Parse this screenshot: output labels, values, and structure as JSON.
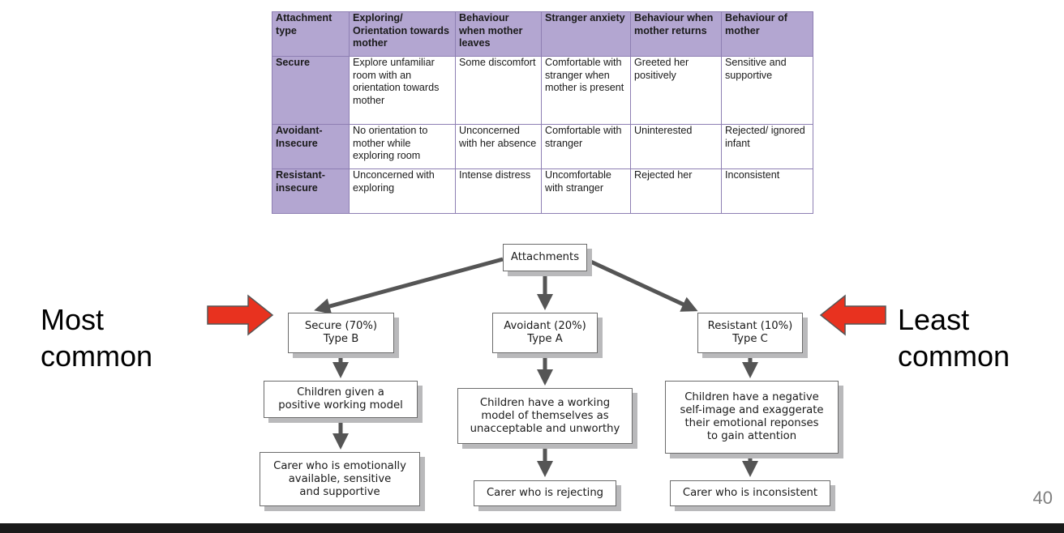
{
  "table": {
    "headers": [
      "Attachment type",
      "Exploring/ Orientation towards mother",
      "Behaviour when mother leaves",
      "Stranger anxiety",
      "Behaviour when mother returns",
      "Behaviour of mother"
    ],
    "rows": [
      [
        "Secure",
        "Explore unfamiliar room with an orientation towards mother",
        "Some discomfort",
        "Comfortable with stranger when mother is present",
        "Greeted her positively",
        "Sensitive and supportive"
      ],
      [
        "Avoidant-Insecure",
        "No orientation to mother while exploring room",
        "Unconcerned with her absence",
        "Comfortable with stranger",
        "Uninterested",
        "Rejected/ ignored infant"
      ],
      [
        "Resistant-insecure",
        "Unconcerned with exploring",
        "Intense distress",
        "Uncomfortable with stranger",
        "Rejected her",
        "Inconsistent"
      ]
    ],
    "colors": {
      "header_bg": "#b3a6d1",
      "border": "#8e7fb3"
    }
  },
  "diagram": {
    "root": "Attachments",
    "branches": [
      {
        "type": "Secure (70%)\nType B",
        "outcome": "Children given a\npositive working model",
        "carer": "Carer who is emotionally\navailable, sensitive\nand supportive"
      },
      {
        "type": "Avoidant (20%)\nType A",
        "outcome": "Children have a working\nmodel of themselves as\nunacceptable and unworthy",
        "carer": "Carer who is rejecting"
      },
      {
        "type": "Resistant (10%)\nType C",
        "outcome": "Children have a negative\nself-image and exaggerate\ntheir emotional reponses\nto gain attention",
        "carer": "Carer who is inconsistent"
      }
    ],
    "colors": {
      "connector": "#555555",
      "shadow": "#b9b9bb"
    }
  },
  "labels": {
    "left": "Most\ncommon",
    "right": "Least\ncommon"
  },
  "indicators": {
    "arrow_icon": "red-arrow-icon",
    "arrow_color": "#e8321f"
  },
  "page_number": "40"
}
